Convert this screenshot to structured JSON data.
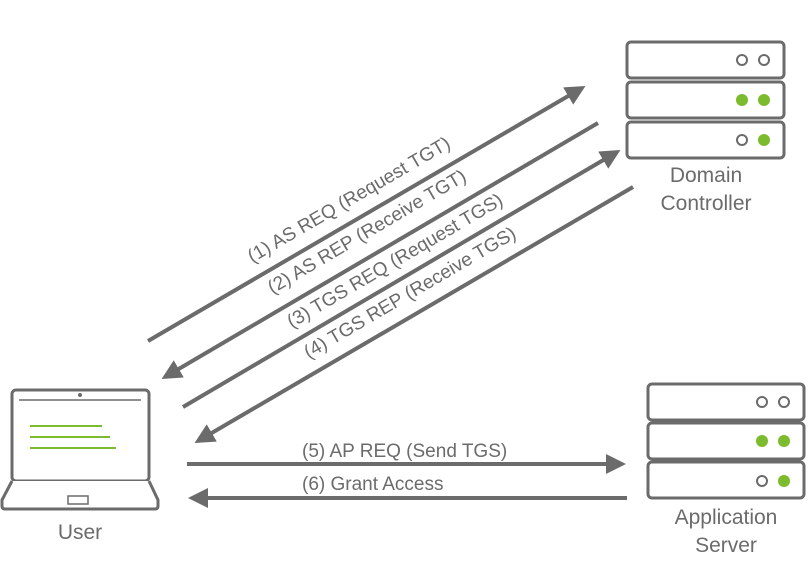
{
  "nodes": {
    "user": {
      "label": "User",
      "icon": "laptop-icon"
    },
    "domain_controller": {
      "label_line1": "Domain",
      "label_line2": "Controller",
      "icon": "server-rack-icon"
    },
    "application_server": {
      "label_line1": "Application",
      "label_line2": "Server",
      "icon": "server-rack-icon"
    }
  },
  "messages": [
    {
      "label": "(1) AS REQ (Request TGT)",
      "from": "User",
      "to": "Domain Controller"
    },
    {
      "label": "(2) AS REP (Receive TGT)",
      "from": "Domain Controller",
      "to": "User"
    },
    {
      "label": "(3) TGS REQ (Request TGS)",
      "from": "User",
      "to": "Domain Controller"
    },
    {
      "label": "(4) TGS REP (Receive TGS)",
      "from": "Domain Controller",
      "to": "User"
    },
    {
      "label": "(5) AP REQ (Send TGS)",
      "from": "User",
      "to": "Application Server"
    },
    {
      "label": "(6) Grant Access",
      "from": "Application Server",
      "to": "User"
    }
  ],
  "colors": {
    "stroke": "#6b6b6b",
    "text": "#6b6b6b",
    "accent_green": "#7cbb2e",
    "background": "#ffffff"
  }
}
